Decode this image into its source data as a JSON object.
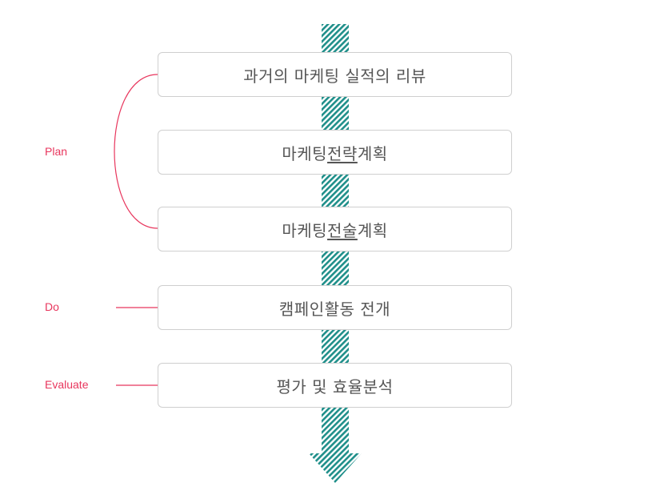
{
  "colors": {
    "arrow": "#1f8f8a",
    "phase": "#e8365d",
    "box_border": "#cfcfcf",
    "box_text": "#555555"
  },
  "steps": [
    {
      "text": "과거의 마케팅 실적의 리뷰"
    },
    {
      "pre": "마케팅",
      "underlined": "전략",
      "post": "계획"
    },
    {
      "pre": "마케팅",
      "underlined": "전술",
      "post": "계획"
    },
    {
      "text": "캠페인활동 전개"
    },
    {
      "text": "평가 및 효율분석"
    }
  ],
  "phases": {
    "plan": "Plan",
    "do": "Do",
    "evaluate": "Evaluate"
  }
}
